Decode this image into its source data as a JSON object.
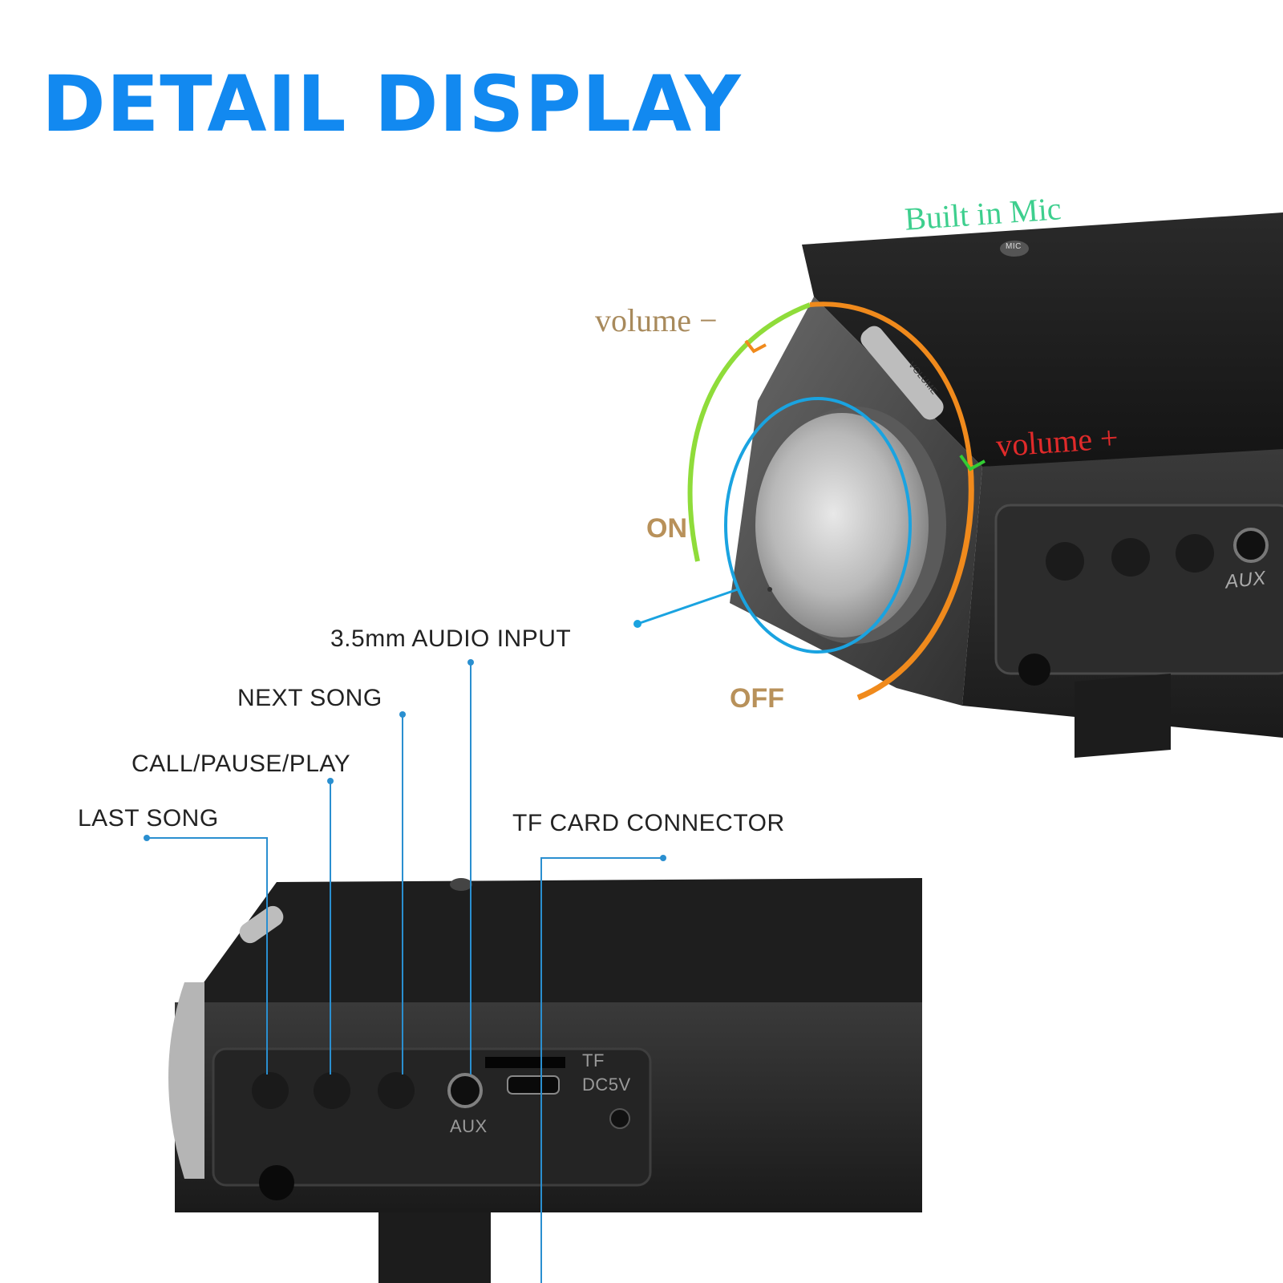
{
  "title": "DETAIL DISPLAY",
  "callouts": {
    "audio_input": "3.5mm AUDIO INPUT",
    "next_song": "NEXT SONG",
    "call_pause_play": "CALL/PAUSE/PLAY",
    "last_song": "LAST SONG",
    "tf_card": "TF CARD CONNECTOR"
  },
  "knob_annotations": {
    "mic": "Built in Mic",
    "volume_down": "volume −",
    "volume_up": "volume +",
    "on": "ON",
    "off": "OFF"
  },
  "device_markings": {
    "aux_top": "AUX",
    "aux_bottom": "AUX",
    "tf": "TF",
    "dc5v": "DC5V",
    "mic_logo": "MIC",
    "volume_logo": "VOLUME"
  },
  "colors": {
    "title": "#1289f0",
    "callout_line": "#2a8fd0",
    "mic_text": "#3ecf8e",
    "volume_down": "#a88a5c",
    "volume_up": "#e02a2a",
    "on_off": "#b8915a",
    "arc_orange": "#f08a1c",
    "arc_green": "#8fdc3a",
    "knob_circle": "#1aa3e0"
  }
}
